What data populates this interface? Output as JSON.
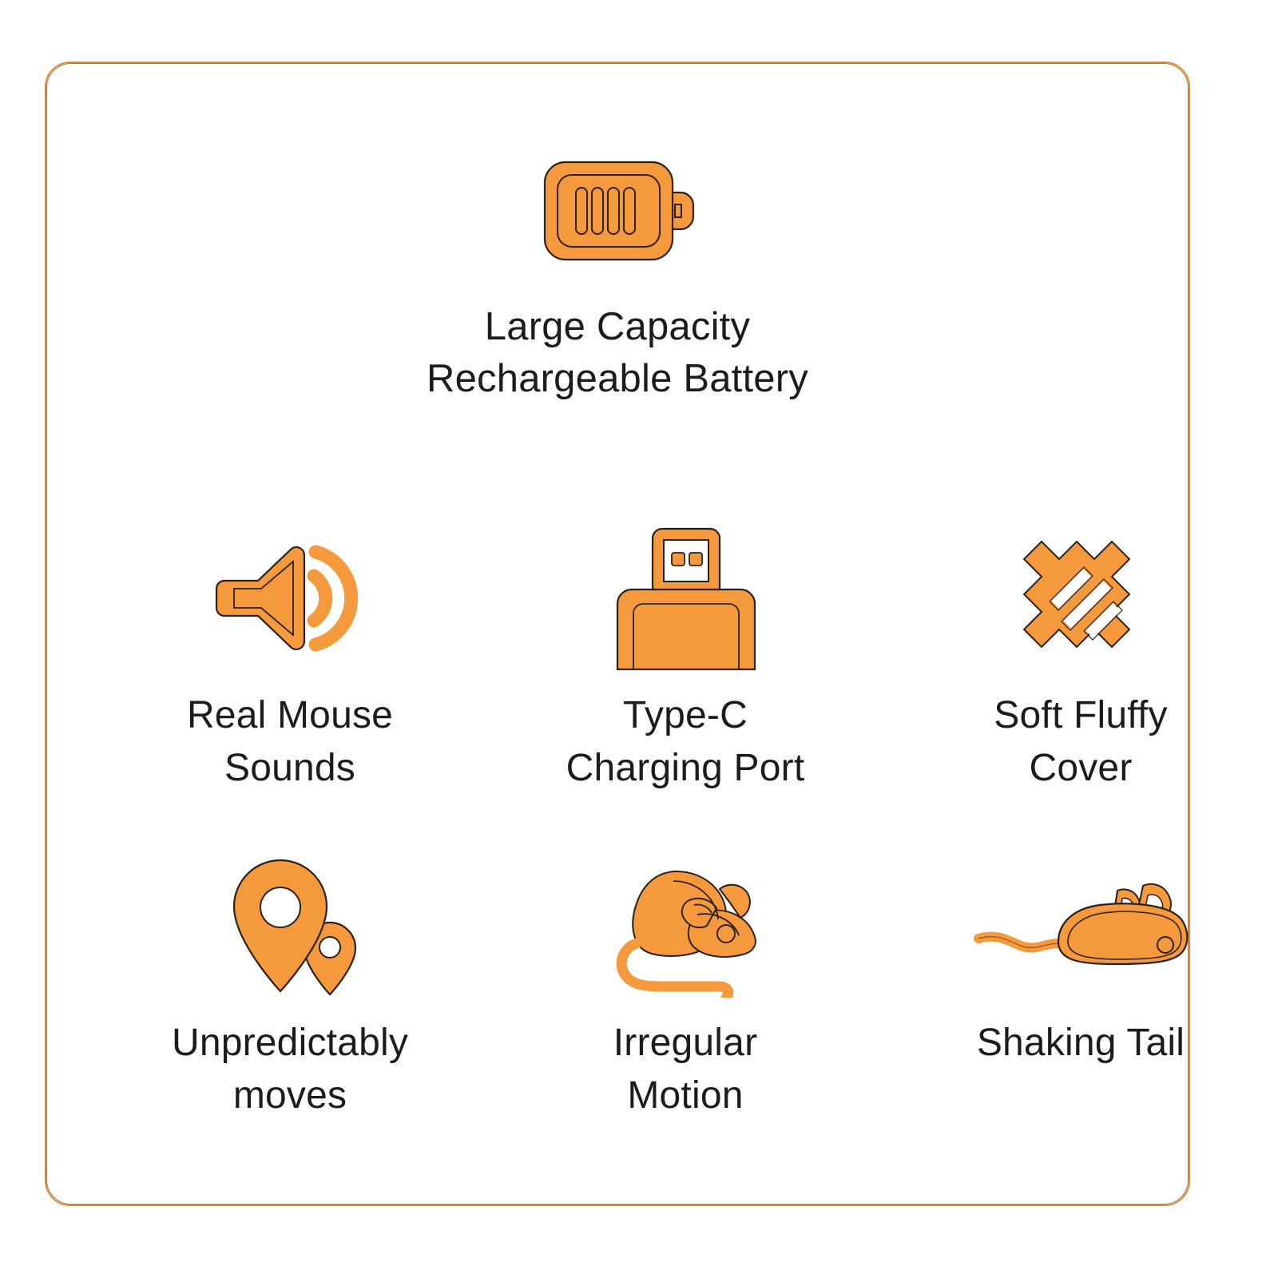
{
  "card": {
    "border_color": "#e58a2a",
    "background": "#ffffff"
  },
  "theme": {
    "icon_fill": "#f59a3c",
    "icon_stroke": "#2b2018",
    "text_color": "#1c1c1c"
  },
  "hero": {
    "icon": "battery-icon",
    "label": "Large Capacity\nRechargeable Battery"
  },
  "features": [
    {
      "icon": "speaker-sound-icon",
      "label": "Real Mouse\nSounds"
    },
    {
      "icon": "usb-connector-icon",
      "label": "Type-C\nCharging Port"
    },
    {
      "icon": "fabric-swatch-icon",
      "label": "Soft Fluffy\nCover"
    },
    {
      "icon": "map-pins-icon",
      "label": "Unpredictably\nmoves"
    },
    {
      "icon": "rat-icon",
      "label": "Irregular\nMotion"
    },
    {
      "icon": "toy-mouse-tail-icon",
      "label": "Shaking Tail"
    }
  ]
}
